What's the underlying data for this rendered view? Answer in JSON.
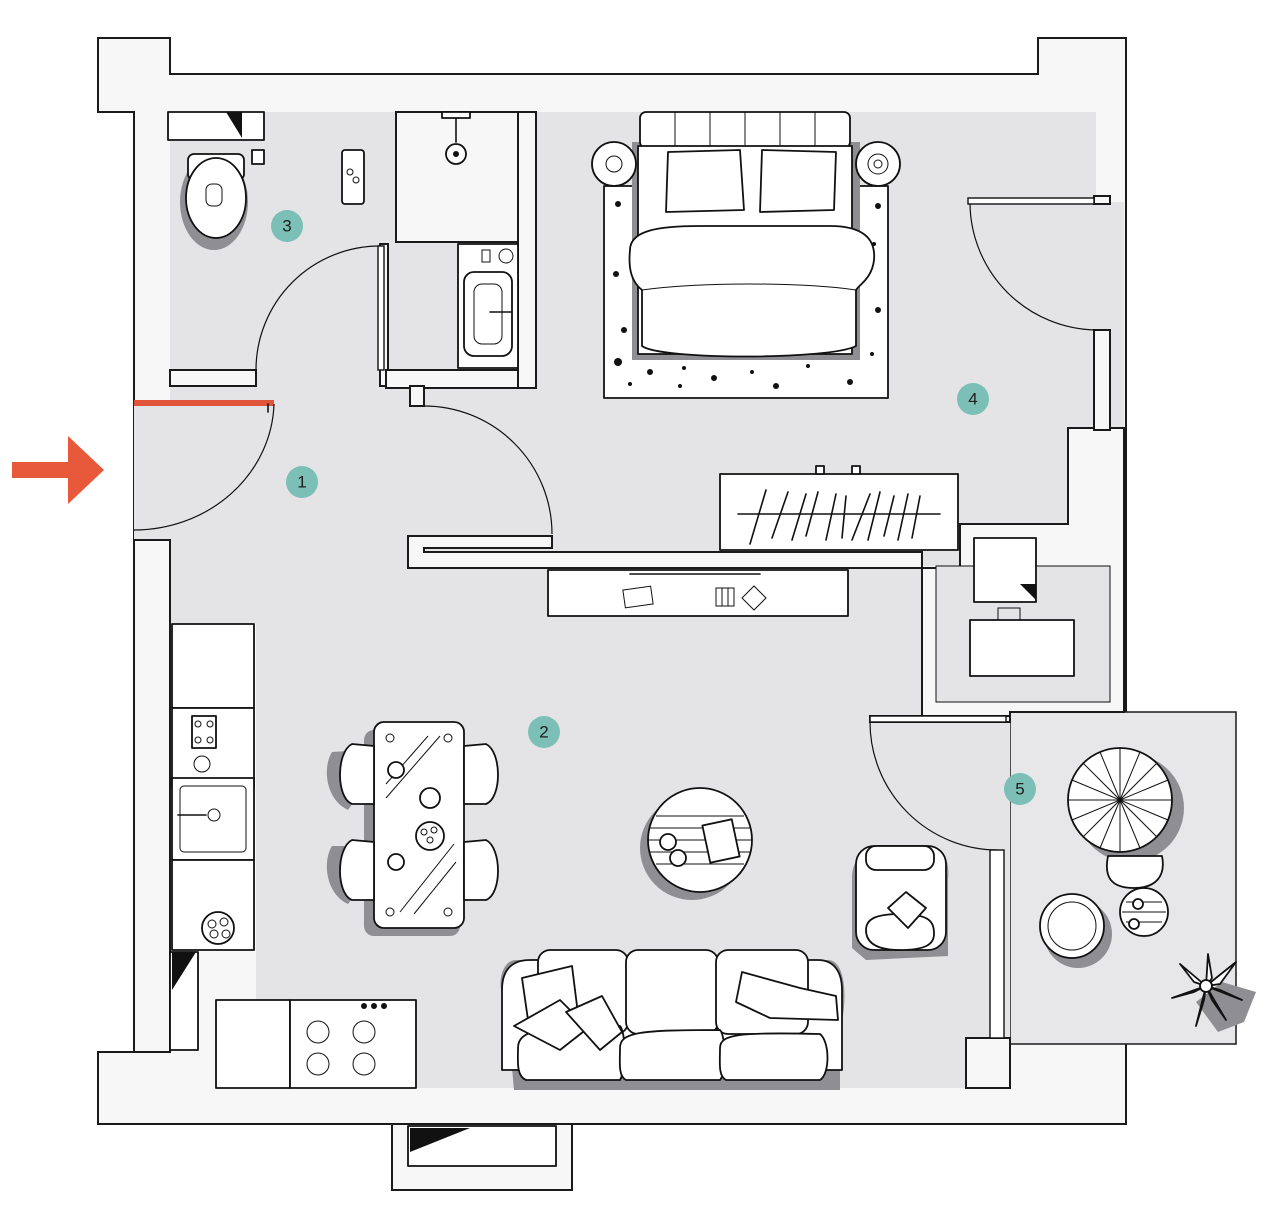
{
  "colors": {
    "room_marker": "#7bbfb6",
    "entrance_arrow": "#e8583a",
    "entrance_threshold": "#e0553a",
    "floor": "#e4e4e6",
    "wall": "#f7f7f8"
  },
  "rooms": [
    {
      "label": "1"
    },
    {
      "label": "2"
    },
    {
      "label": "3"
    },
    {
      "label": "4"
    },
    {
      "label": "5"
    }
  ]
}
